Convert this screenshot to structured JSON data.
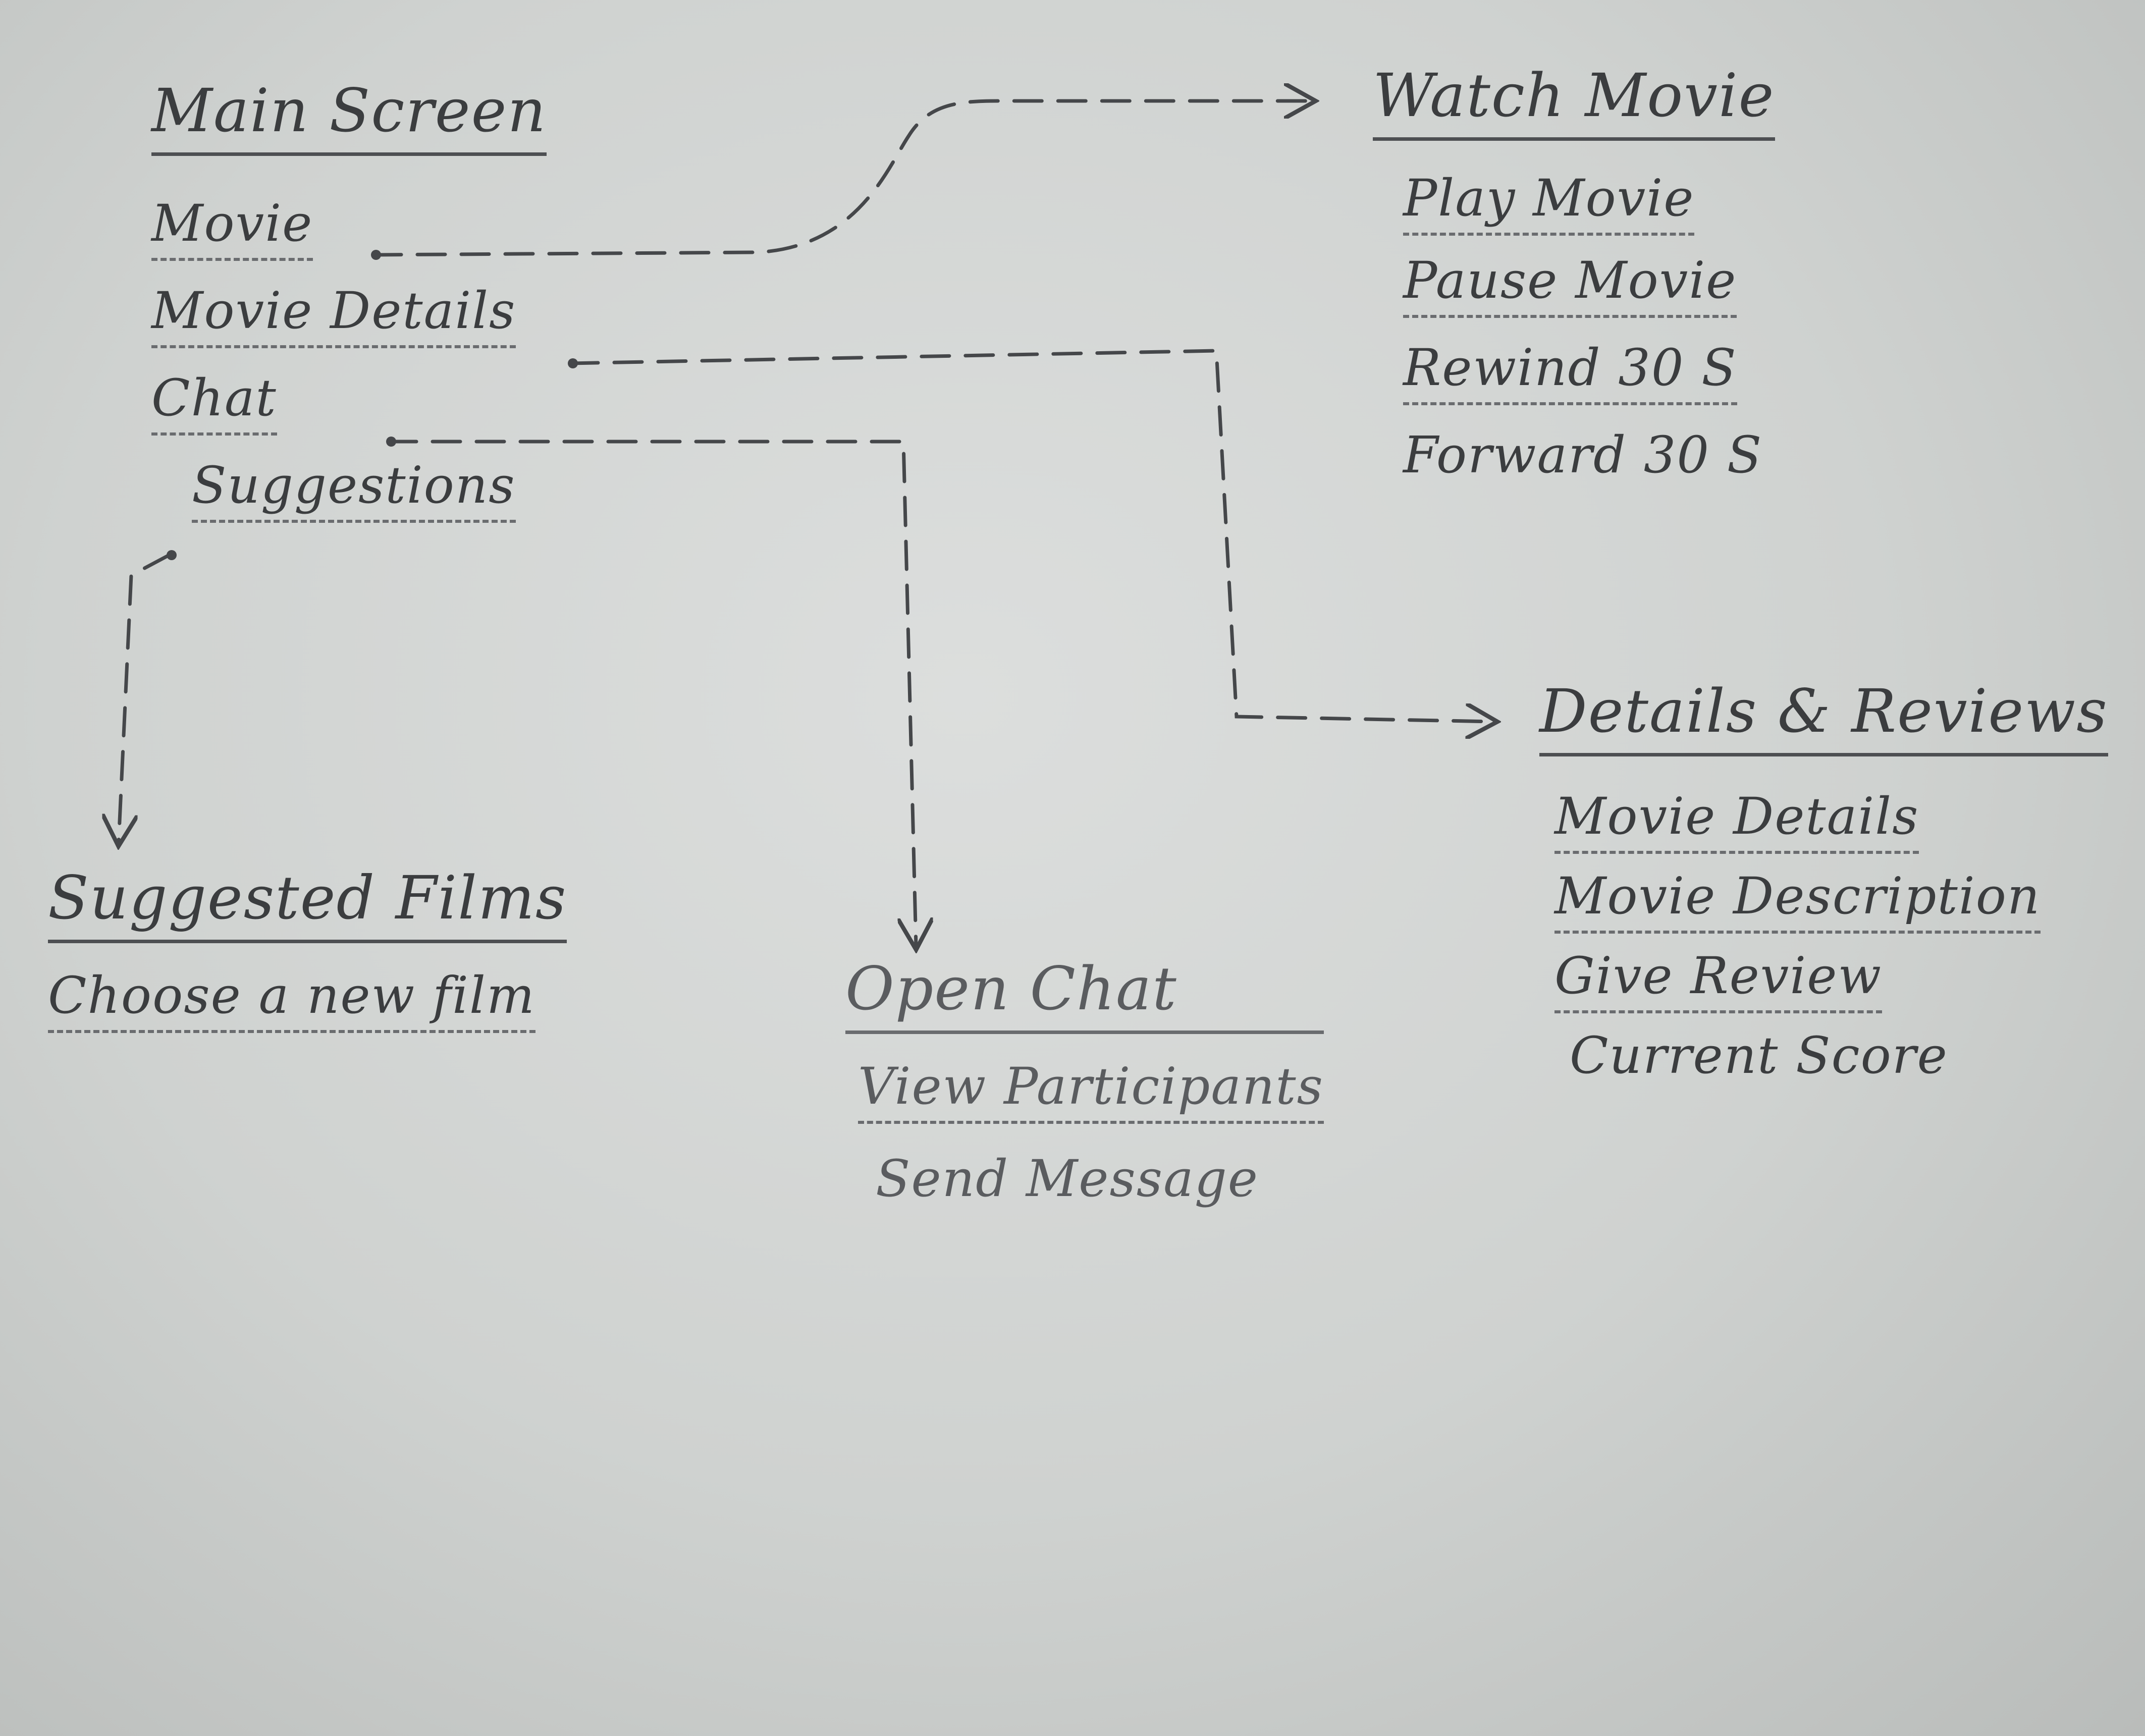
{
  "main_screen": {
    "title": "Main Screen",
    "items": [
      "Movie",
      "Movie Details",
      "Chat",
      "Suggestions"
    ]
  },
  "watch_movie": {
    "title": "Watch Movie",
    "items": [
      "Play Movie",
      "Pause Movie",
      "Rewind 30 S",
      "Forward 30 S"
    ]
  },
  "details_reviews": {
    "title": "Details & Reviews",
    "items": [
      "Movie Details",
      "Movie Description",
      "Give Review",
      "Current Score"
    ]
  },
  "suggested_films": {
    "title": "Suggested Films",
    "items": [
      "Choose a new film"
    ]
  },
  "open_chat": {
    "title": "Open Chat",
    "items": [
      "View Participants",
      "Send Message"
    ]
  },
  "colors": {
    "paper": "#d6d8d7",
    "ink": "#3b3d3f"
  }
}
